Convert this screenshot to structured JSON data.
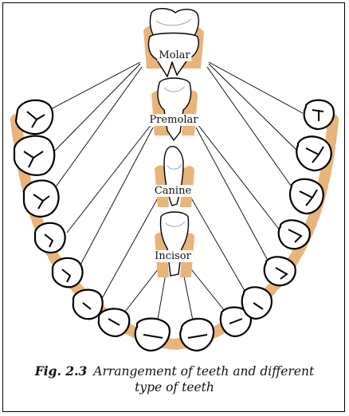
{
  "figure": {
    "labels": {
      "molar": "Molar",
      "premolar": "Premolar",
      "canine": "Canine",
      "incisor": "Incisor"
    },
    "caption": {
      "number": "Fig. 2.3",
      "line1": "Arrangement of teeth and different",
      "line2": "type of teeth"
    },
    "colors": {
      "gum": "#e8b47a",
      "outline": "#000000",
      "tooth_fill": "#ffffff",
      "tooth_shadow": "#cfd8e0"
    }
  }
}
